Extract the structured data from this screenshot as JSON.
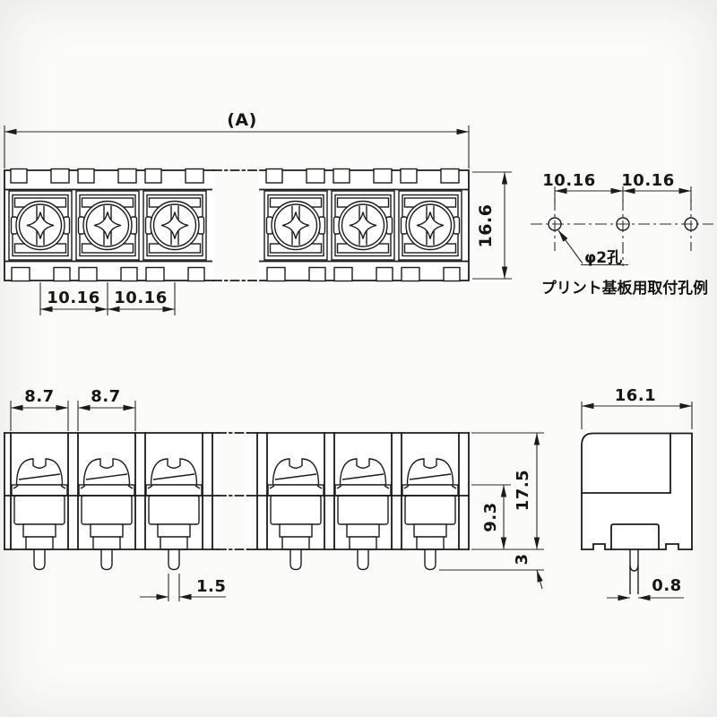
{
  "drawing_title": "terminal block dimensional drawing",
  "colors": {
    "line": "#1c1c1c",
    "background": "#fbfbf9"
  },
  "top_view": {
    "dim_total": "(A)",
    "dim_height": "16.6",
    "dim_pitch_a": "10.16",
    "dim_pitch_b": "10.16"
  },
  "mounting_holes": {
    "dim_pitch_a": "10.16",
    "dim_pitch_b": "10.16",
    "hole_label": "φ2孔",
    "caption": "プリント基板用取付孔例"
  },
  "front_view": {
    "dim_opening_a": "8.7",
    "dim_opening_b": "8.7",
    "dim_pin_width": "1.5",
    "dim_total_height": "17.5",
    "dim_upper_height": "9.3",
    "dim_standoff": "3"
  },
  "side_view": {
    "dim_width": "16.1",
    "dim_pin_width": "0.8"
  }
}
